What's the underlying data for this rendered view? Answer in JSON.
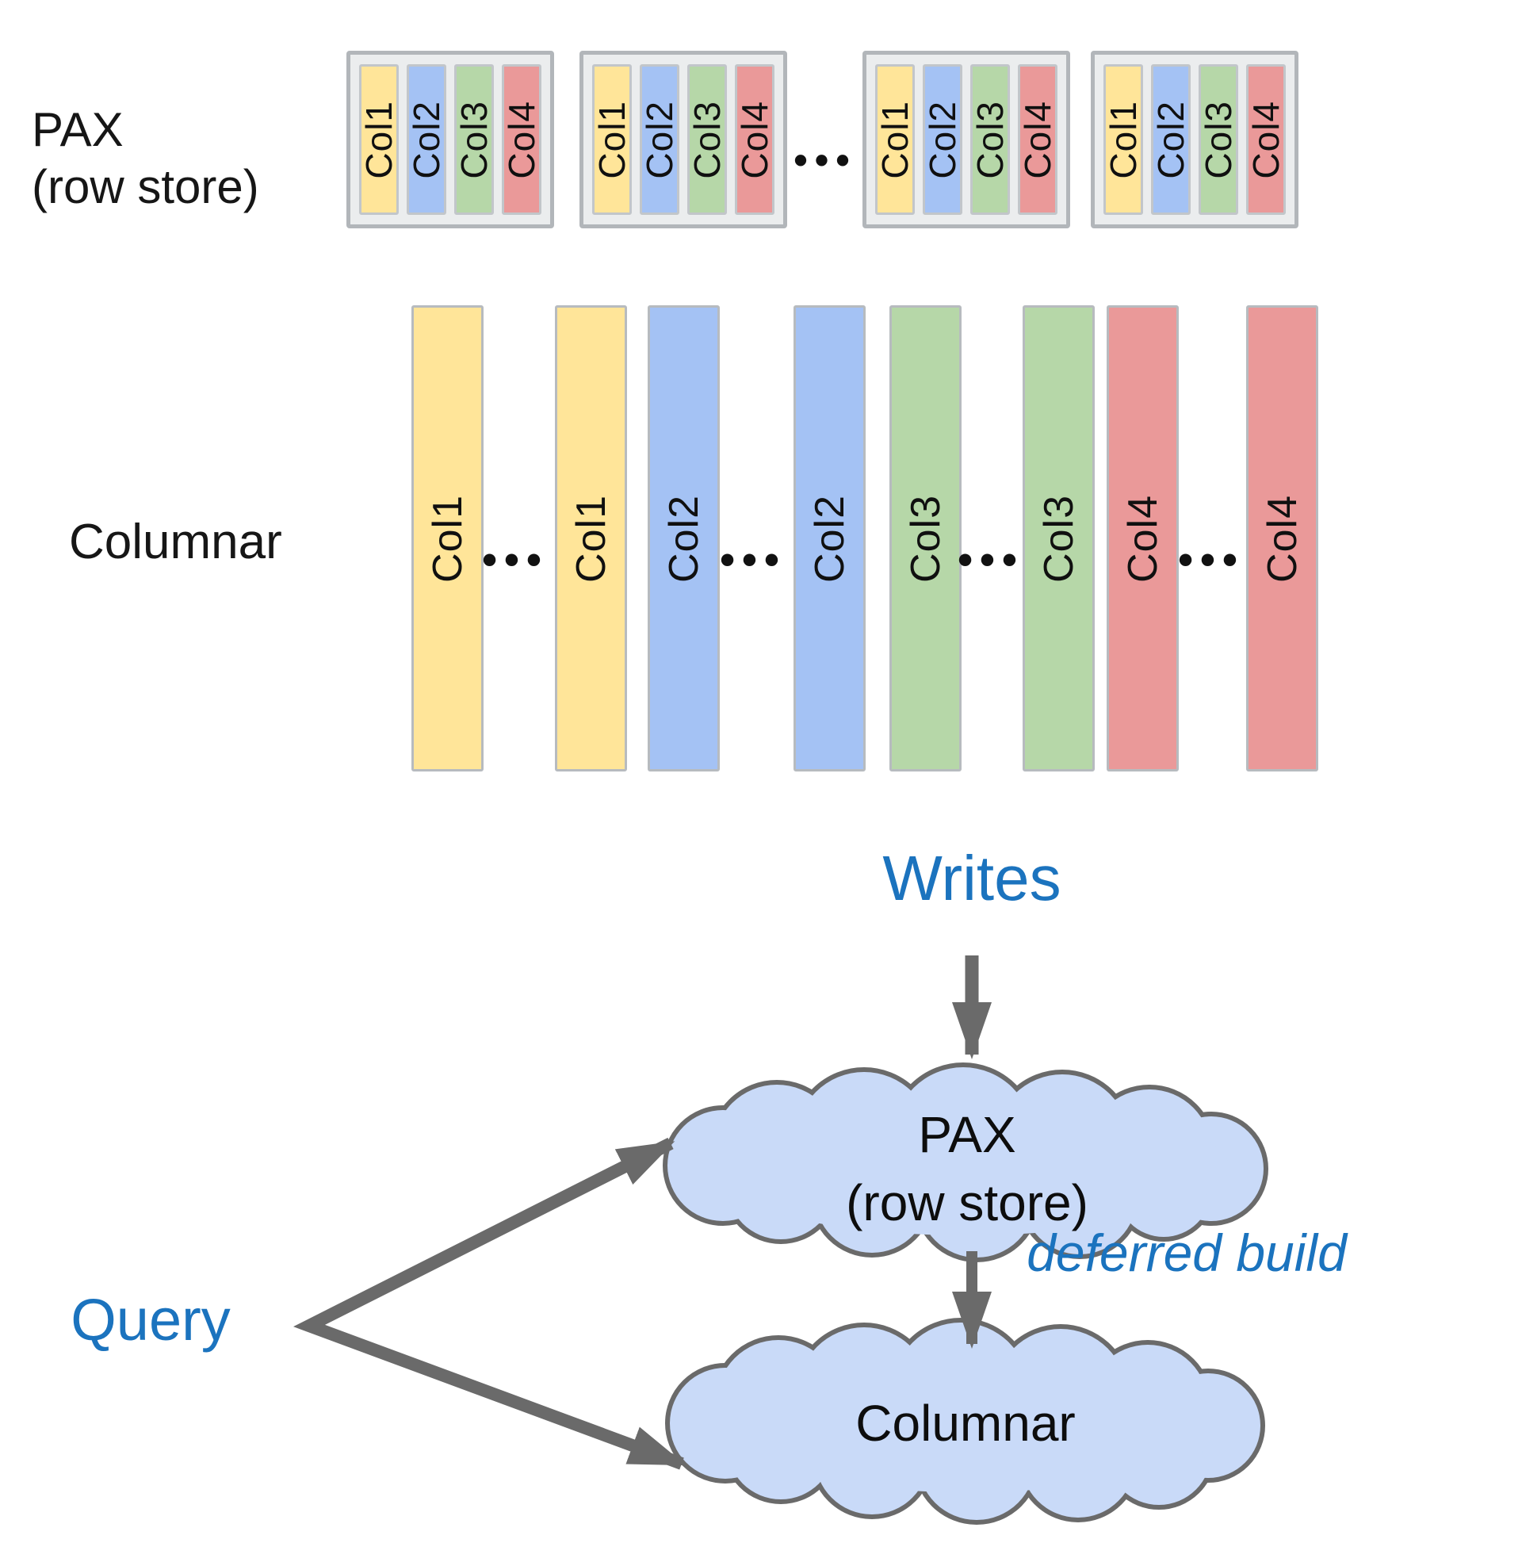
{
  "pax_row": {
    "label_line1": "PAX",
    "label_line2": "(row store)",
    "ellipsis": "•••",
    "groups": [
      {
        "columns": [
          {
            "label": "Col1",
            "color": "yellow"
          },
          {
            "label": "Col2",
            "color": "blue"
          },
          {
            "label": "Col3",
            "color": "green"
          },
          {
            "label": "Col4",
            "color": "red"
          }
        ]
      },
      {
        "columns": [
          {
            "label": "Col1",
            "color": "yellow"
          },
          {
            "label": "Col2",
            "color": "blue"
          },
          {
            "label": "Col3",
            "color": "green"
          },
          {
            "label": "Col4",
            "color": "red"
          }
        ]
      },
      {
        "columns": [
          {
            "label": "Col1",
            "color": "yellow"
          },
          {
            "label": "Col2",
            "color": "blue"
          },
          {
            "label": "Col3",
            "color": "green"
          },
          {
            "label": "Col4",
            "color": "red"
          }
        ]
      },
      {
        "columns": [
          {
            "label": "Col1",
            "color": "yellow"
          },
          {
            "label": "Col2",
            "color": "blue"
          },
          {
            "label": "Col3",
            "color": "green"
          },
          {
            "label": "Col4",
            "color": "red"
          }
        ]
      }
    ]
  },
  "columnar_row": {
    "label": "Columnar",
    "ellipsis": "•••",
    "bars": [
      {
        "label": "Col1",
        "color": "yellow"
      },
      {
        "label": "Col1",
        "color": "yellow"
      },
      {
        "label": "Col2",
        "color": "blue"
      },
      {
        "label": "Col2",
        "color": "blue"
      },
      {
        "label": "Col3",
        "color": "green"
      },
      {
        "label": "Col3",
        "color": "green"
      },
      {
        "label": "Col4",
        "color": "red"
      },
      {
        "label": "Col4",
        "color": "red"
      }
    ]
  },
  "flow": {
    "writes_label": "Writes",
    "query_label": "Query",
    "deferred_label": "deferred build",
    "pax_node_line1": "PAX",
    "pax_node_line2": "(row store)",
    "columnar_node_label": "Columnar"
  },
  "colors": {
    "col1_yellow": "#FFE599",
    "col2_blue": "#A4C2F4",
    "col3_green": "#B6D7A8",
    "col4_red": "#EA9999",
    "accent_blue_text": "#1B73BE",
    "arrow_gray": "#6A6A6A",
    "cloud_fill": "#C9DAF8",
    "cloud_stroke": "#6A6A6A",
    "group_frame_fill": "#EBEDEE",
    "group_frame_border": "#B2B6BA"
  }
}
